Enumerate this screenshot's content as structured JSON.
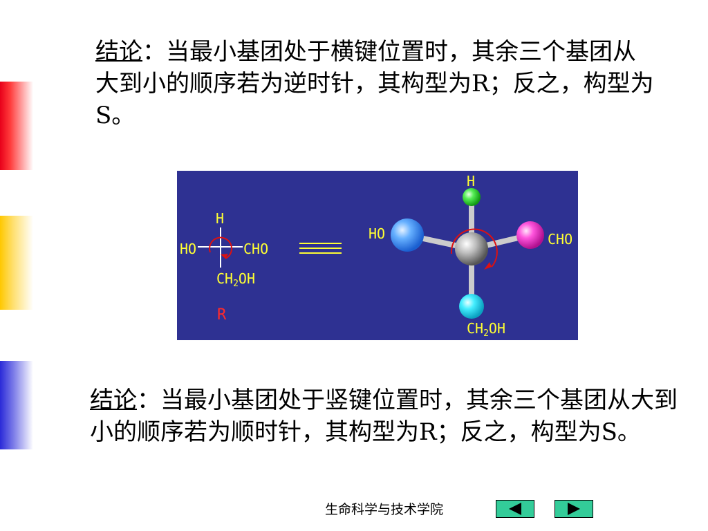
{
  "conclusion_1": {
    "lead": "结论",
    "text": "：当最小基团处于横键位置时，其余三个基团从大到小的顺序若为逆时针，其构型为R；反之，构型为S。"
  },
  "conclusion_2": {
    "lead": "结论",
    "text": "：当最小基团处于竖键位置时，其余三个基团从大到小的顺序若为顺时针，其构型为R；反之，构型为S。"
  },
  "diagram": {
    "background_color": "#2e3192",
    "label_color": "#ffff33",
    "fischer": {
      "top": "H",
      "left": "HO",
      "right": "CHO",
      "bottom_main": "CH",
      "bottom_sub": "2",
      "bottom_tail": "OH",
      "config": "R"
    },
    "model": {
      "top": "H",
      "left": "HO",
      "right": "CHO",
      "bottom_main": "CH",
      "bottom_sub": "2",
      "bottom_tail": "OH",
      "ball_colors": {
        "H": "#33dd33",
        "HO": "#3399ff",
        "CHO": "#ff33cc",
        "CH2OH": "#33eeff",
        "center": "#bbbbbb"
      }
    }
  },
  "footer": {
    "text": "生命科学与技术学院",
    "prev_icon": "triangle-left-icon",
    "next_icon": "triangle-right-icon",
    "button_color": "#33cc99"
  },
  "side_bars": [
    "#e8001a",
    "#ffc800",
    "#2a2ad8"
  ]
}
